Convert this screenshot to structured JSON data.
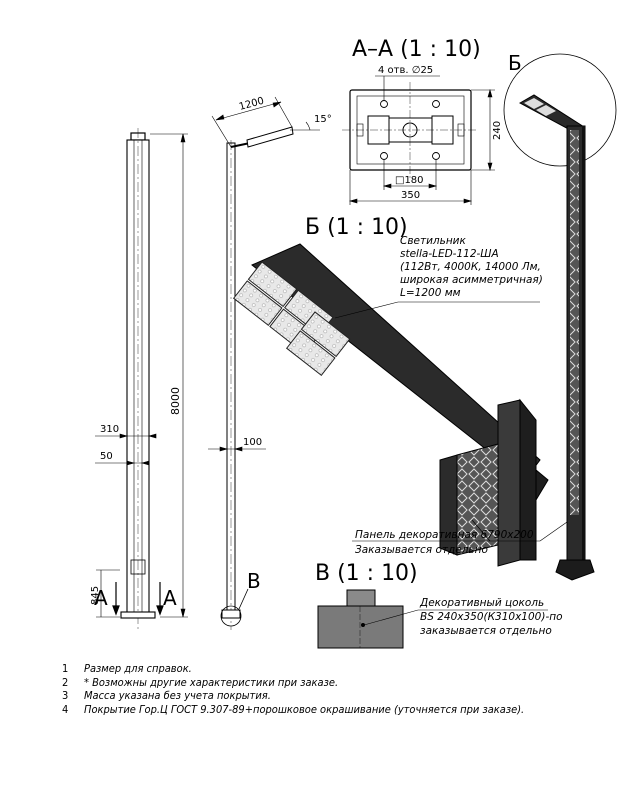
{
  "dims": {
    "d1200": "1200",
    "d15": "15°",
    "d8000": "8000",
    "d310": "310",
    "d50": "50",
    "d100": "100",
    "d845": "845",
    "d240": "240",
    "d180": "□180",
    "d350": "350",
    "holes": "4 отв. ∅25"
  },
  "sections": {
    "aa_title": "А–А (1 : 10)",
    "b_detail_title": "Б (1 : 10)",
    "v_detail_title": "В (1 : 10)",
    "label_b": "Б",
    "label_v": "В",
    "label_a_left": "А",
    "label_a_right": "А"
  },
  "callouts": {
    "lamp": [
      "Светильник",
      "stella-LED-112-ША",
      "(112Вт, 4000К, 14000 Лм,",
      "широкая асимметричная)",
      "L=1200 мм"
    ],
    "panel": [
      "Панель декоративная 6790х200",
      "Заказывается отдельно"
    ],
    "base": [
      "Декоративный цоколь",
      "BS 240x350(К310х100)-по",
      "заказывается отдельно"
    ]
  },
  "notes": [
    {
      "num": "1",
      "text": "Размер для справок."
    },
    {
      "num": "2",
      "text": "* Возможны другие характеристики при заказе."
    },
    {
      "num": "3",
      "text": "Масса указана без учета покрытия."
    },
    {
      "num": "4",
      "text": "Покрытие Гор.Ц ГОСТ 9.307-89+порошковое окрашивание (уточняется при заказе)."
    }
  ]
}
